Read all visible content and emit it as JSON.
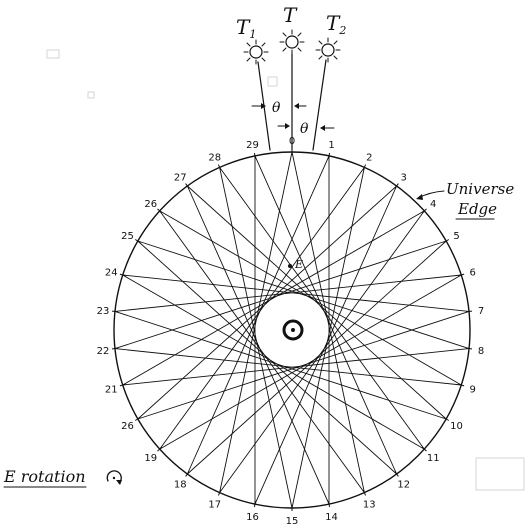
{
  "labels": {
    "t1": "T",
    "t1_sub": "1",
    "t": "T",
    "t2": "T",
    "t2_sub": "2",
    "theta_left": "θ",
    "theta_right": "θ",
    "e_point": "E",
    "universe": "Universe",
    "edge": "Edge",
    "rotation": "E rotation"
  },
  "rim_labels": [
    "0",
    "1",
    "2",
    "3",
    "4",
    "5",
    "6",
    "7",
    "8",
    "9",
    "10",
    "11",
    "12",
    "13",
    "14",
    "15",
    "16",
    "17",
    "18",
    "19",
    "26",
    "21",
    "22",
    "23",
    "24",
    "25",
    "26",
    "27",
    "28",
    "29"
  ],
  "chord_step": 13,
  "ink_color": "#111111",
  "icons": [
    "sun-icon",
    "rotation-arrow-icon"
  ]
}
